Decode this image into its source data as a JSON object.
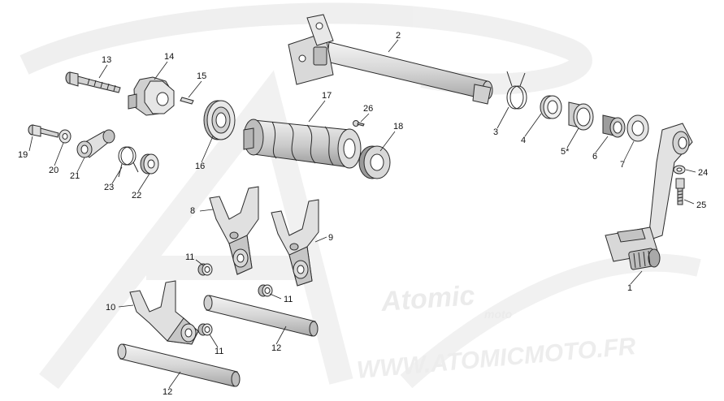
{
  "colors": {
    "part_fill": "#e6e6e6",
    "part_shade": "#bdbdbd",
    "part_dark": "#8f8f8f",
    "outline": "#2a2a2a",
    "watermark": "#ececec"
  },
  "watermark": {
    "logo_script": "Atomic",
    "logo_sub": "moto",
    "url": "WWW.ATOMICMOTO.FR"
  },
  "callouts": {
    "c1": "1",
    "c2": "2",
    "c3": "3",
    "c4": "4",
    "c5": "5*",
    "c6": "6",
    "c7": "7",
    "c8": "8",
    "c9": "9",
    "c10": "10",
    "c11a": "11",
    "c11b": "11",
    "c11c": "11",
    "c12a": "12",
    "c12b": "12",
    "c13": "13",
    "c14": "14",
    "c15": "15",
    "c16": "16",
    "c17": "17",
    "c18": "18",
    "c19": "19",
    "c20": "20",
    "c21": "21",
    "c22": "22",
    "c23": "23",
    "c24": "24",
    "c25": "25",
    "c26": "26"
  }
}
